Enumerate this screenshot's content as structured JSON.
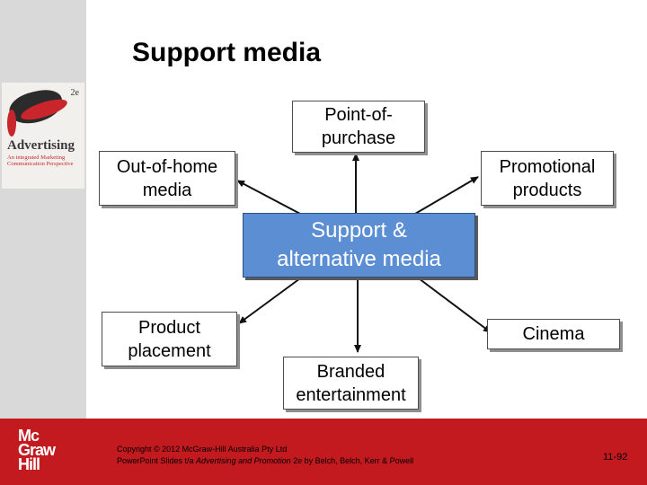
{
  "slide": {
    "title": "Support media"
  },
  "book_cover": {
    "title": "Advertising",
    "subtitle": "An integrated Marketing Communication Perspective",
    "edition": "2e"
  },
  "diagram": {
    "center": {
      "line1": "Support &",
      "line2": "alternative media"
    },
    "nodes": {
      "point_of_purchase": {
        "line1": "Point-of-",
        "line2": "purchase"
      },
      "out_of_home": {
        "line1": "Out-of-home",
        "line2": "media"
      },
      "promotional": {
        "line1": "Promotional",
        "line2": "products"
      },
      "product_placement": {
        "line1": "Product",
        "line2": "placement"
      },
      "cinema": {
        "line1": "Cinema"
      },
      "branded_entertainment": {
        "line1": "Branded",
        "line2": "entertainment"
      }
    }
  },
  "footer": {
    "logo": {
      "line1": "Mc",
      "line2": "Graw",
      "line3": "Hill"
    },
    "copyright_line1": "Copyright © 2012 McGraw-Hill Australia Pty Ltd",
    "copyright_line2_prefix": "PowerPoint Slides t/a ",
    "copyright_line2_book": "Advertising and Promotion",
    "copyright_line2_suffix": " 2e by Belch, Belch, Kerr & Powell",
    "page_number": "11-92"
  },
  "colors": {
    "center_fill": "#5b8ed3",
    "footer_red": "#c21a1f",
    "sidebar_gray": "#d9d9d9"
  }
}
